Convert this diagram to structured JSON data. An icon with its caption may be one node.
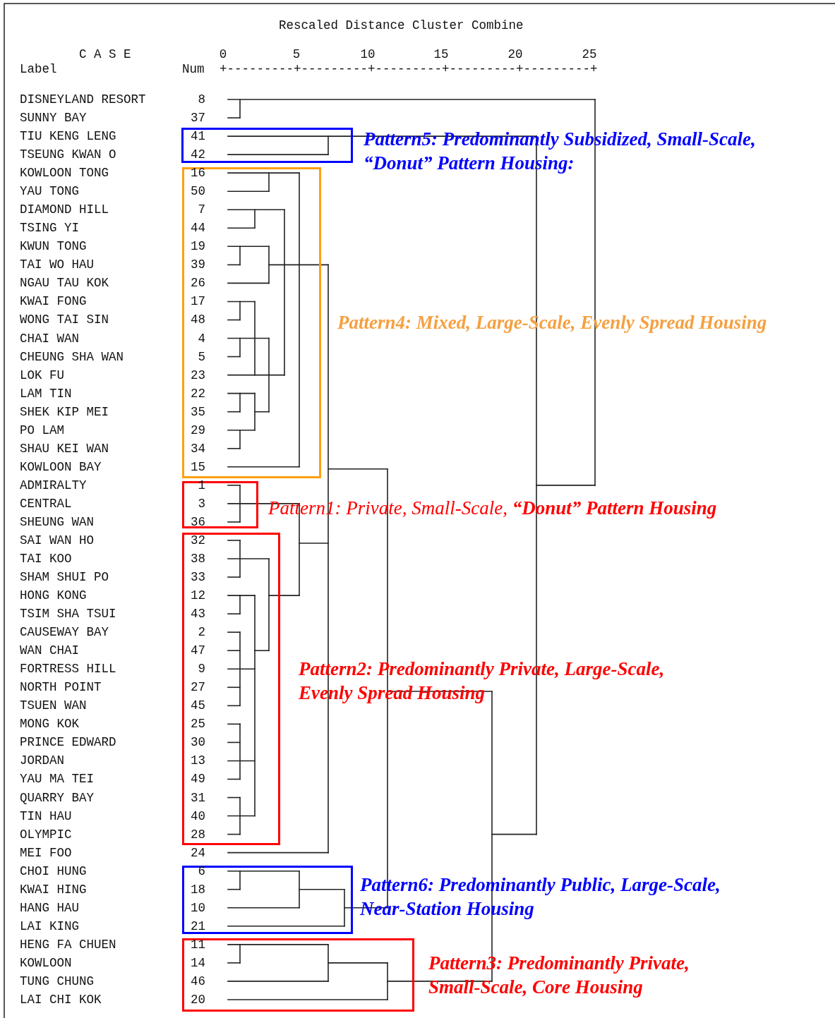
{
  "diagram": {
    "title": "Rescaled Distance Cluster Combine",
    "nodes": [
      {
        "text": [],
        "shape": "box",
        "beside": [
          "Pattern5: Predominantly Subsidized, Small-Scale, “Donut” Pattern Housing:"
        ]
      },
      {
        "text": [],
        "shape": "box",
        "beside": [
          "Pattern4: Mixed, Large-Scale, Evenly Spread Housing"
        ]
      },
      {
        "text": [],
        "shape": "box",
        "beside": [
          "Pattern1: Private, Small-Scale, **“Donut” Pattern Housing**"
        ]
      },
      {
        "text": [],
        "shape": "box",
        "beside": [
          "Pattern2: Predominantly Private, Large-Scale, Evenly Spread Housing"
        ]
      },
      {
        "text": [],
        "shape": "box",
        "beside": [
          "Pattern6: Predominantly Public, Large-Scale, Near-Station Housing"
        ]
      },
      {
        "text": [],
        "shape": "box",
        "beside": [
          "Pattern3: Predominantly Private, Small-Scale, Core Housing"
        ]
      }
    ],
    "edges": [],
    "labels": [
      "C A S E",
      "0",
      "5",
      "10",
      "15",
      "20",
      "25",
      "Label",
      "Num",
      "+---------+---------+---------+---------+---------+",
      "DISNEYLAND RESORT",
      "8",
      "SUNNY BAY",
      "37",
      "TIU KENG LENG",
      "41",
      "TSEUNG KWAN O",
      "42",
      "KOWLOON TONG",
      "16",
      "YAU TONG",
      "50",
      "DIAMOND HILL",
      "7",
      "TSING YI",
      "44",
      "KWUN TONG",
      "19",
      "TAI WO HAU",
      "39",
      "NGAU TAU KOK",
      "26",
      "KWAI FONG",
      "17",
      "WONG TAI SIN",
      "48",
      "CHAI WAN",
      "4",
      "CHEUNG SHA WAN",
      "5",
      "LOK FU",
      "23",
      "LAM TIN",
      "22",
      "SHEK KIP MEI",
      "35",
      "PO LAM",
      "29",
      "SHAU KEI WAN",
      "34",
      "KOWLOON BAY",
      "15",
      "ADMIRALTY",
      "1",
      "CENTRAL",
      "3",
      "SHEUNG WAN",
      "36",
      "SAI WAN HO",
      "32",
      "TAI KOO",
      "38",
      "SHAM SHUI PO",
      "33",
      "HONG KONG",
      "12",
      "TSIM SHA TSUI",
      "43",
      "CAUSEWAY BAY",
      "2",
      "WAN CHAI",
      "47",
      "FORTRESS HILL",
      "9",
      "NORTH POINT",
      "27",
      "TSUEN WAN",
      "45",
      "MONG KOK",
      "25",
      "PRINCE EDWARD",
      "30",
      "JORDAN",
      "13",
      "YAU MA TEI",
      "49",
      "QUARRY BAY",
      "31",
      "TIN HAU",
      "40",
      "OLYMPIC",
      "28",
      "MEI FOO",
      "24",
      "CHOI HUNG",
      "6",
      "KWAI HING",
      "18",
      "HANG HAU",
      "10",
      "LAI KING",
      "21",
      "HENG FA CHUEN",
      "11",
      "KOWLOON",
      "14",
      "TUNG CHUNG",
      "46",
      "LAI CHI KOK",
      "20"
    ]
  }
}
